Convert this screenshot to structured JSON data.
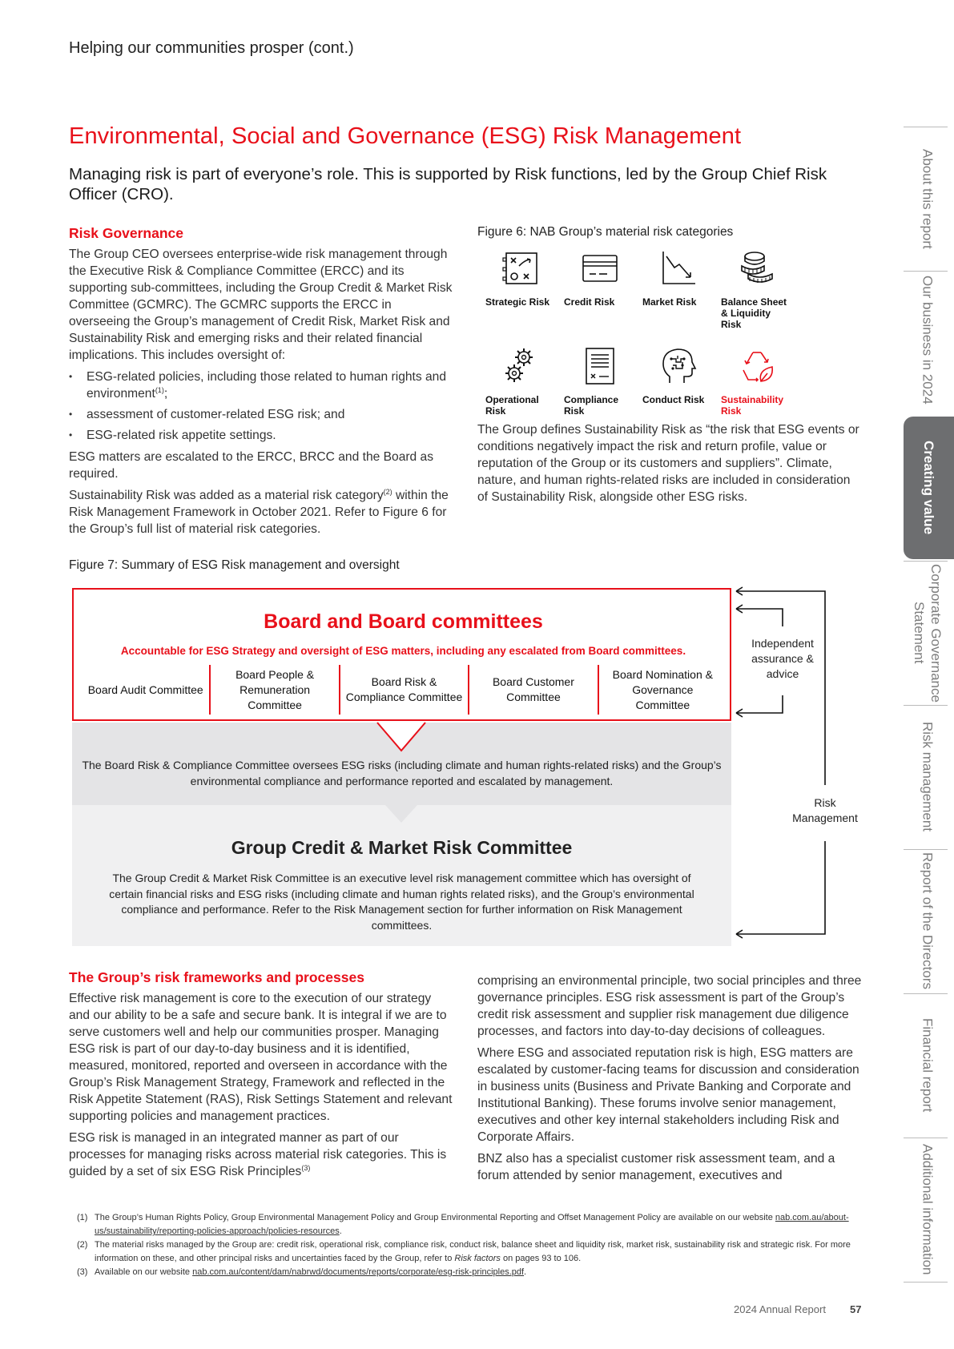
{
  "header": {
    "title": "Helping our communities prosper  (cont.)"
  },
  "main_title": "Environmental, Social and Governance (ESG) Risk Management",
  "subtitle": "Managing risk is part of everyone’s role. This is supported by Risk functions, led by the Group Chief Risk Officer (CRO).",
  "governance": {
    "heading": "Risk Governance",
    "intro": "The Group CEO oversees enterprise-wide risk management through the Executive Risk & Compliance Committee (ERCC) and its supporting sub-committees, including the Group Credit & Market Risk Committee (GCMRC). The GCMRC supports the ERCC in overseeing the Group’s management of Credit Risk, Market Risk and Sustainability Risk and emerging risks and their related financial implications. This includes oversight of:",
    "bullet1": "ESG-related policies, including those related to human rights and environment",
    "bullet1_sup": "(1)",
    "bullet1_end": ";",
    "bullet2": "assessment of customer-related ESG risk; and",
    "bullet3": "ESG-related risk appetite settings.",
    "para2": "ESG matters are escalated to the ERCC, BRCC and the Board as required.",
    "para3a": "Sustainability Risk was added as a material risk category",
    "para3_sup": "(2)",
    "para3b": " within the Risk Management Framework in October 2021. Refer to Figure 6 for the Group’s full list of material risk categories."
  },
  "figure6": {
    "title": "Figure 6: NAB Group’s material risk categories",
    "labels": {
      "strategic": "Strategic Risk",
      "credit": "Credit Risk",
      "market": "Market Risk",
      "balance": "Balance Sheet & Liquidity Risk",
      "operational": "Operational Risk",
      "compliance": "Compliance Risk",
      "conduct": "Conduct Risk",
      "sustainability": "Sustainability Risk"
    },
    "icons": {
      "strategic": "strategy-board-icon",
      "credit": "credit-card-icon",
      "market": "downtrend-chart-icon",
      "balance": "coin-stack-icon",
      "operational": "gears-icon",
      "compliance": "document-icon",
      "conduct": "head-brain-icon",
      "sustainability": "recycle-leaf-icon"
    },
    "accent_color": "#e8101a",
    "description": "The Group defines Sustainability Risk as “the risk that ESG events or conditions negatively impact the risk and return profile, value or reputation of the Group or its customers and suppliers”. Climate, nature, and human rights-related risks are included in consideration of Sustainability Risk, alongside other ESG risks."
  },
  "figure7": {
    "title": "Figure 7: Summary of ESG Risk management and oversight",
    "board_title": "Board and Board committees",
    "board_subtitle": "Accountable for ESG Strategy and oversight of ESG matters, including any escalated from Board committees.",
    "committees": [
      "Board Audit Committee",
      "Board People & Remuneration Committee",
      "Board Risk & Compliance Committee",
      "Board Customer Committee",
      "Board Nomination & Governance Committee"
    ],
    "brcc_text": "The Board Risk & Compliance Committee oversees ESG risks (including climate and human rights-related risks) and the Group’s environmental compliance and performance reported and escalated by management.",
    "gcmrc_title": "Group Credit & Market Risk Committee",
    "gcmrc_text": "The Group Credit & Market Risk Committee is an executive  level risk management committee which has oversight of certain financial risks and ESG risks (including climate and human rights related risks), and the Group’s environmental compliance and performance. Refer to the Risk Management section for further information on Risk Management committees.",
    "side_assurance": "Independent assurance & advice",
    "side_risk": "Risk Management"
  },
  "frameworks": {
    "heading": "The Group’s risk frameworks and processes",
    "para1": "Effective risk management is core to the execution of our strategy and our ability to be a safe and secure bank. It is integral if we are to serve customers well and help our communities prosper. Managing ESG risk is part of our day-to-day business and it is identified, measured, monitored, reported and overseen in accordance with the Group’s Risk Management Strategy, Framework and reflected in the Risk Appetite Statement (RAS), Risk Settings Statement and relevant supporting policies and management practices.",
    "para2": "ESG risk is managed in an integrated manner as part of our processes for managing risks across material risk categories. This is guided by a set of six ESG Risk Principles",
    "para2_sup": "(3)",
    "col2_para1": "comprising an environmental principle, two social principles and three governance principles. ESG risk assessment is part of the Group’s credit risk assessment and supplier risk management due diligence processes, and factors into day-to-day decisions of colleagues.",
    "col2_para2": "Where ESG and associated reputation risk is high, ESG matters are escalated by customer-facing teams for discussion and consideration in business units (Business and Private Banking and Corporate and Institutional Banking). These forums involve senior management, executives and other key internal stakeholders including Risk and Corporate Affairs.",
    "col2_para3": "BNZ also has a specialist customer risk assessment team, and a forum attended by senior management, executives and"
  },
  "footnotes": {
    "fn1_num": "(1)",
    "fn1_text": "The Group’s Human Rights Policy, Group Environmental Management Policy and Group Environmental Reporting and Offset Management Policy are available on our website ",
    "fn1_link": "nab.com.au/about-us/sustainability/reporting-policies-approach/policies-resources",
    "fn1_end": ".",
    "fn2_num": "(2)",
    "fn2_text": "The material risks managed by the Group are: credit risk, operational risk, compliance risk, conduct risk, balance sheet and liquidity risk, market risk, sustainability risk and strategic risk. For more information on these, and other principal risks and uncertainties faced by the Group, refer to ",
    "fn2_italic": "Risk factors",
    "fn2_end": " on pages 93 to 106.",
    "fn3_num": "(3)",
    "fn3_text": "Available on our website ",
    "fn3_link": "nab.com.au/content/dam/nabrwd/documents/reports/corporate/esg-risk-principles.pdf",
    "fn3_end": "."
  },
  "footer": {
    "report": "2024 Annual Report",
    "page": "57"
  },
  "nav": {
    "tabs": [
      {
        "label": "About this report"
      },
      {
        "label": "Our business in 2024"
      },
      {
        "label": "Creating value"
      },
      {
        "label": "Corporate Governance Statement"
      },
      {
        "label": "Risk management"
      },
      {
        "label": "Report of the Directors"
      },
      {
        "label": "Financial report"
      },
      {
        "label": "Additional information"
      }
    ],
    "active_color": "#6d6e70"
  }
}
